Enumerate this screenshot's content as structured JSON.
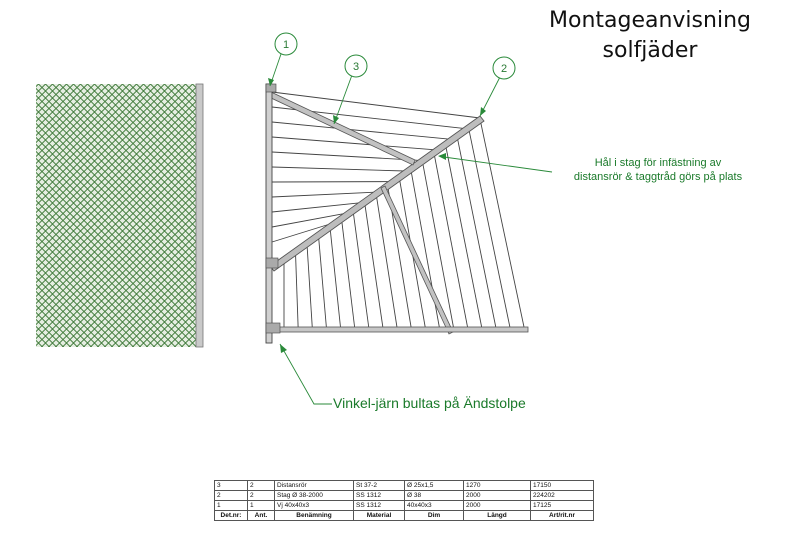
{
  "title": {
    "line1": "Montageanvisning",
    "line2": "solfjäder"
  },
  "callouts": [
    "1",
    "3",
    "2"
  ],
  "annotations": {
    "hole_note_line1": "Hål i stag för infästning av",
    "hole_note_line2": "distansrör & taggtråd görs på plats",
    "bracket_note": "Vinkel-järn bultas på Ändstolpe"
  },
  "colors": {
    "leader_green": "#2a8a3a",
    "mesh_green": "#3f7a3a",
    "steel": "#9a9a9a"
  },
  "parts_table": {
    "rows": [
      [
        "3",
        "2",
        "Distansrör",
        "St 37-2",
        "Ø 25x1,5",
        "1270",
        "17150"
      ],
      [
        "2",
        "2",
        "Stag Ø 38-2000",
        "SS 1312",
        "Ø 38",
        "2000",
        "224202"
      ],
      [
        "1",
        "1",
        "Vj 40x40x3",
        "SS 1312",
        "40x40x3",
        "2000",
        "17125"
      ]
    ],
    "header": [
      "Det.nr:",
      "Ant.",
      "Benämning",
      "Material",
      "Dim",
      "Längd",
      "Art/rit.nr"
    ]
  }
}
